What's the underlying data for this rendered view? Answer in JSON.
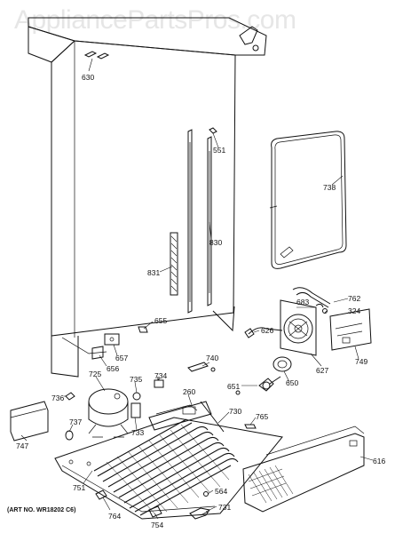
{
  "watermark": "AppliancePartsPros.com",
  "art_number": "(ART NO. WR18202 C6)",
  "labels": {
    "p630": "630",
    "p551": "551",
    "p738": "738",
    "p830": "830",
    "p831": "831",
    "p655": "655",
    "p762": "762",
    "p683": "683",
    "p324": "324",
    "p626": "626",
    "p657": "657",
    "p656": "656",
    "p740": "740",
    "p749": "749",
    "p627": "627",
    "p725": "725",
    "p735": "735",
    "p734": "734",
    "p260": "260",
    "p651": "651",
    "p650": "650",
    "p736": "736",
    "p737": "737",
    "p733": "733",
    "p730": "730",
    "p765": "765",
    "p747": "747",
    "p751": "751",
    "p564": "564",
    "p616": "616",
    "p764": "764",
    "p754": "754",
    "p731": "731"
  }
}
